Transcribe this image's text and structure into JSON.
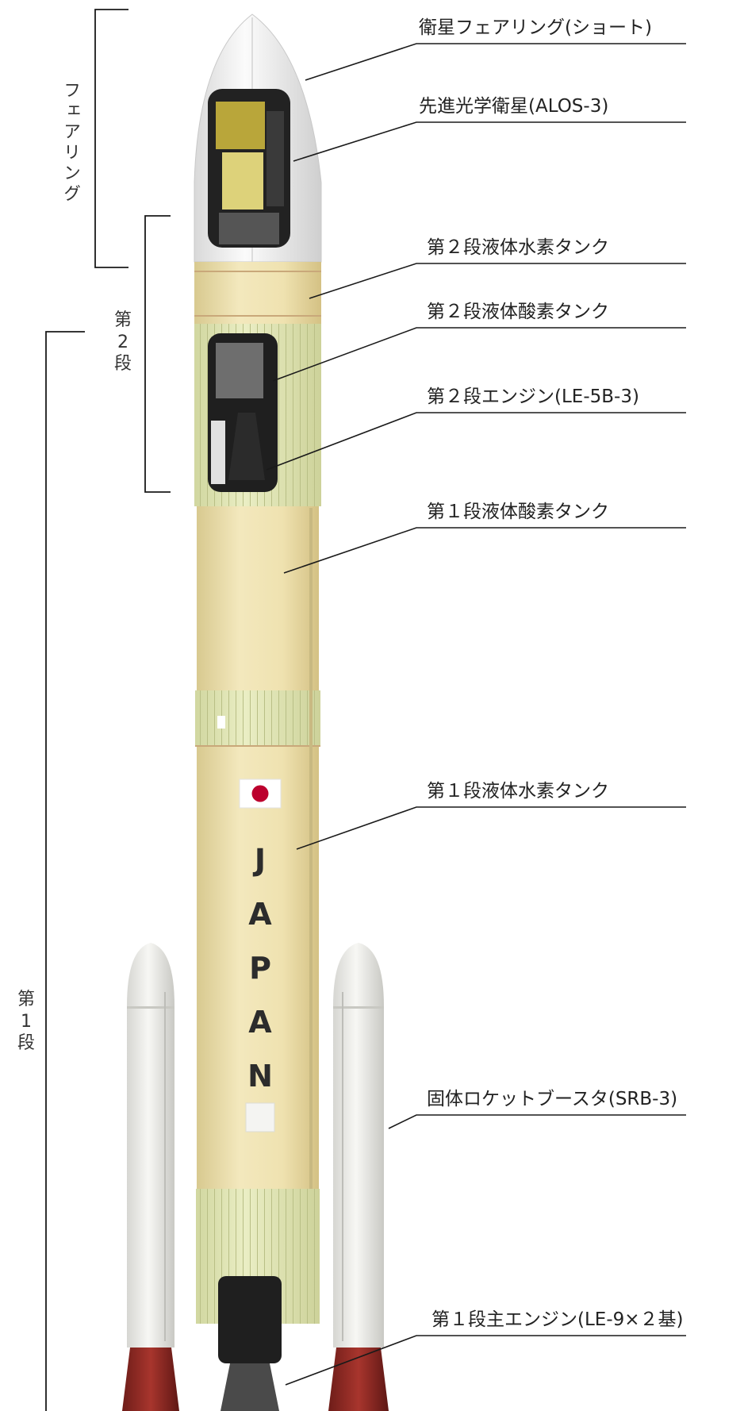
{
  "labels": {
    "fairing_short": "衛星フェアリング(ショート)",
    "payload": "先進光学衛星(ALOS-3)",
    "s2_lh2": "第２段液体水素タンク",
    "s2_lox": "第２段液体酸素タンク",
    "s2_engine": "第２段エンジン(LE-5B-3)",
    "s1_lox": "第１段液体酸素タンク",
    "s1_lh2": "第１段液体水素タンク",
    "srb": "固体ロケットブースタ(SRB-3)",
    "s1_engine": "第１段主エンジン(LE-9×２基)"
  },
  "sections": {
    "fairing": "フェアリング",
    "stage2": [
      "第",
      "2",
      "段"
    ],
    "stage1": [
      "第",
      "1",
      "段"
    ]
  },
  "rocket": {
    "lettering": [
      "J",
      "A",
      "P",
      "A",
      "N"
    ],
    "colors": {
      "body": "#efe3b4",
      "body_shade": "#d9c98e",
      "interstage": "#e3e8b4",
      "fairing": "#f1f1f1",
      "booster": "#ececea",
      "nozzle": "#8e2a24",
      "flag_red": "#bc002d"
    }
  }
}
